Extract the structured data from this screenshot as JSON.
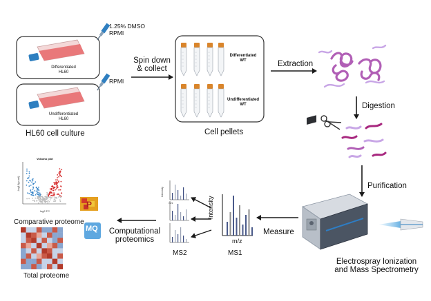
{
  "culture": {
    "dmso_label_line1": "1.25% DMSO",
    "dmso_label_line2": "RPMI",
    "rpmi_label": "RPMI",
    "flask1_line1": "Differentiated",
    "flask1_line2": "HL60",
    "flask2_line1": "Undifferentiated",
    "flask2_line2": "HL60",
    "caption": "HL60 cell culture"
  },
  "spin": {
    "line1": "Spin down",
    "line2": "& collect"
  },
  "pellets": {
    "label1_line1": "Differentiated",
    "label1_line2": "WT",
    "label2_line1": "Undifferentiated",
    "label2_line2": "WT",
    "caption": "Cell pellets"
  },
  "steps": {
    "extraction": "Extraction",
    "digestion": "Digestion",
    "purification": "Purification",
    "measure": "Measure",
    "ms_caption_line1": "Electrospray Ionization",
    "ms_caption_line2": "and Mass Spectrometry"
  },
  "spectra": {
    "ms1_ylabel": "Intensity",
    "ms1_xlabel": "m/z",
    "ms1_caption": "MS1",
    "ms2_ylabel": "Intensity",
    "ms2_xlabel": "m/z",
    "ms2_caption": "MS2"
  },
  "computation": {
    "line1": "Computational",
    "line2": "proteomics",
    "mq_logo_text": "MQ"
  },
  "results": {
    "volcano_title": "Volcano plot",
    "volcano_ylabel": "-log10(p-val)",
    "volcano_xlabel": "log2 FC",
    "comparative_caption": "Comparative proteome",
    "total_caption": "Total proteome"
  },
  "colors": {
    "arrow": "#1a1a1a",
    "flask_liquid": "#e9787a",
    "flask_cap": "#2f7fc0",
    "tube_cap": "#d9852b",
    "dna_purple": "#b15fb6",
    "peptide_magenta": "#a8287f",
    "peptide_lilac": "#c8a6e6",
    "volcano_up": "#d62e2e",
    "volcano_down": "#3a86c8",
    "ms1_bar": "#4a5a8a",
    "ms1_bar_grey": "#8e8e8e",
    "mq_blue": "#5fa8e0",
    "heatmap_red": "#c95a48",
    "heatmap_blue": "#8aa7d0"
  },
  "icons": [
    "pipette-icon",
    "flask-icon",
    "falcon-tube-icon",
    "scissors-icon",
    "mass-spectrometer-icon",
    "esi-needle-icon",
    "maxquant-logo",
    "perseus-logo"
  ]
}
